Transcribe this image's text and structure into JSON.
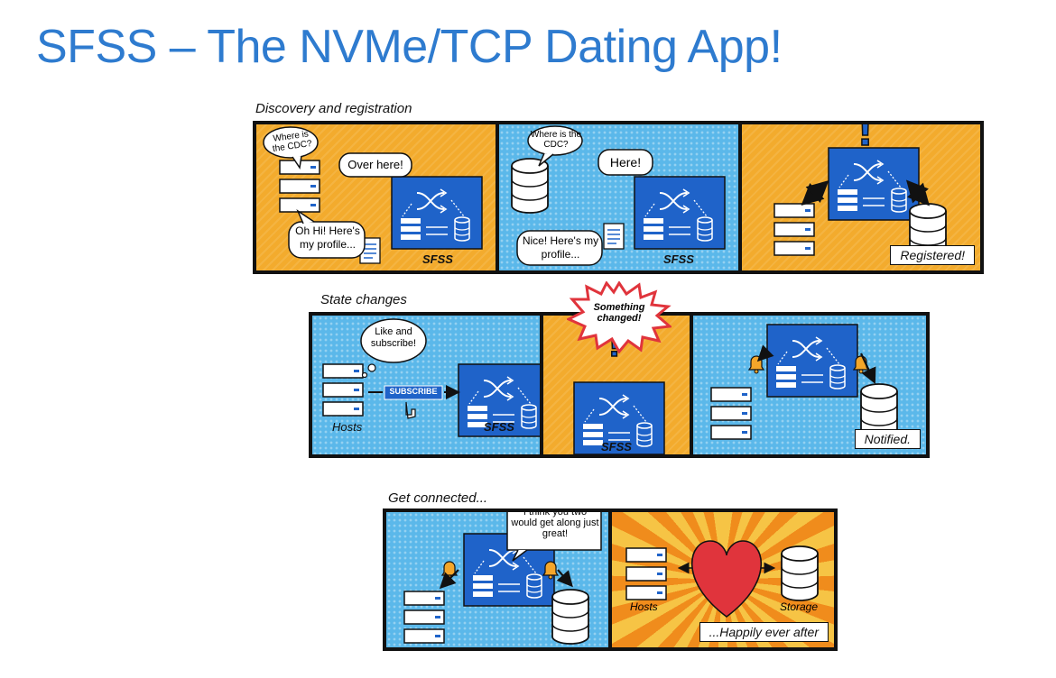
{
  "slide": {
    "title": "SFSS – The NVMe/TCP Dating App!"
  },
  "rows": {
    "discovery": {
      "caption": "Discovery and registration",
      "panel1": {
        "bubble1": "Where is the CDC?",
        "bubble2": "Over here!",
        "bubble3": "Oh Hi! Here's my profile...",
        "sfss_label": "SFSS"
      },
      "panel2": {
        "bubble1": "Where is the CDC?",
        "bubble2": "Here!",
        "bubble3": "Nice! Here's my profile...",
        "sfss_label": "SFSS"
      },
      "panel3": {
        "exclaim": "!",
        "tag": "Registered!"
      }
    },
    "state": {
      "caption": "State changes",
      "panel1": {
        "thought": "Like and subscribe!",
        "subscribe": "SUBSCRIBE",
        "hosts_label": "Hosts",
        "sfss_label": "SFSS"
      },
      "panel2": {
        "burst": "Something changed!",
        "exclaim": "!",
        "sfss_label": "SFSS"
      },
      "panel3": {
        "tag": "Notified."
      }
    },
    "connect": {
      "caption": "Get connected...",
      "panel1": {
        "bubble": "I think you two would get along just great!"
      },
      "panel2": {
        "hosts_label": "Hosts",
        "storage_label": "Storage",
        "tag": "...Happily ever after"
      }
    }
  },
  "colors": {
    "title": "#2e7bcf",
    "orange": "#f3ab2d",
    "blue": "#5bb8ea",
    "sfss_box": "#1f63c9",
    "heart": "#e0343c"
  }
}
